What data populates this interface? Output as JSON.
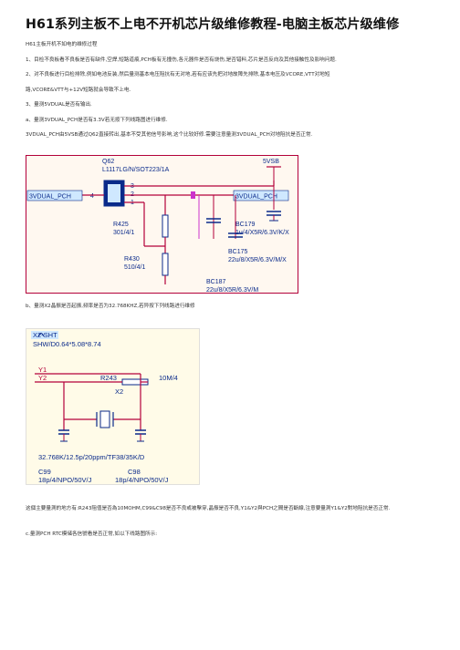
{
  "title": "H61系列主板不上电不开机芯片级维修教程-电脑主板芯片级维修",
  "paragraphs": {
    "intro": "H61主板开机不如电的维修过程",
    "step1": "1、目检不良板看不良板是否有缺件,空焊,短路道痕,PCH板有无撞伤,各元器件是否有烧伤,是否错料,芯片是否反向及其他接触性及影响问题.",
    "step2": "2、对不良板进行目检排除,例如电池反装,然后量测基本电压阻抗有无对地,若有应该先把对地故障先排除,基本电压及VCORE,VTT对地短",
    "step2b": "路,VCORE&VTT与+12V短路就会导致不上电.",
    "step3": "3、量测5VDUAL是否有输出.",
    "stepA": "a、量测3VDUAL_PCH是否有3.3V若无按下列线路图进行维修.",
    "stepA_desc": "3VDUAL_PCH由5VSB通过Q62直接转出,基本不受其他信号影响,这个比较好修.需要注意量测3VDUAL_PCH对地阻抗是否正常.",
    "stepB": "b、量测X2晶振是否起振,频率是否为32.768KHZ,若异按下列线路进行维修",
    "stepB_desc": "这個主要量測的地方有:R243阻值是否為10MOHM,C99&C98是否不良或被擊穿,晶振是否不良,Y1&Y2與PCH之間是否斷線,注意要量測Y1&Y2對地阻抗是否正常.",
    "stepC": "c.量测PCH RTC模储各信號看是否正常,如以下线路图所示:"
  },
  "schematic1": {
    "q62_ref": "Q62",
    "q62_part": "L1117LG/N/SOT223/1A",
    "net_5vsb": "5VSB",
    "net_in": "3VDUAL_PCH",
    "net_out": "3VDUAL_PCH",
    "pin4": "4",
    "pin3": "3",
    "pin2": "2",
    "pin1": "1",
    "r425_ref": "R425",
    "r425_val": "301/4/1",
    "r430_ref": "R430",
    "r430_val": "510/4/1",
    "bc179_ref": "BC179",
    "bc179_val": "1u/4/X5R/6.3V/K/X",
    "bc175_ref": "BC175",
    "bc175_val": "22u/8/X5R/6.3V/M/X",
    "bc187_ref": "BC187",
    "bc187_val": "22u/8/X5R/6.3V/M",
    "colors": {
      "wire": "#b3003a",
      "frame": "#b3003a",
      "label_bg": "#cfe8ff",
      "part_blue": "#0a2a8a",
      "pink": "#cc33cc"
    }
  },
  "schematic2": {
    "x2_label": "X2-SHT",
    "x2_value": "SHW/D0.64*5.08*8.74",
    "y1": "Y1",
    "y2": "Y2",
    "r243_ref": "R243",
    "r243_val": "10M/4",
    "x2_ref": "X2",
    "crystal_spec": "32.768K/12.5p/20ppm/TF38/35K/D",
    "c99_ref": "C99",
    "c99_val": "18p/4/NPO/50V/J",
    "c98_ref": "C98",
    "c98_val": "18p/4/NPO/50V/J",
    "colors": {
      "wire": "#b3003a",
      "bg": "#fffbe8",
      "x2_bg": "#cfe8ff",
      "part_blue": "#0a2a8a"
    }
  }
}
